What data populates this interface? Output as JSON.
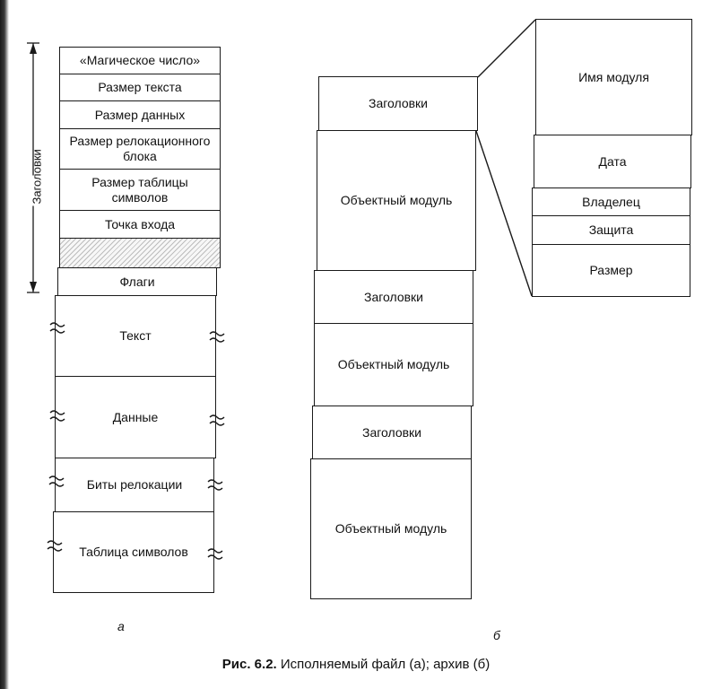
{
  "executable_file": {
    "header_bracket_label": "Заголовки",
    "fields": [
      {
        "label": "«Магическое число»"
      },
      {
        "label": "Размер текста"
      },
      {
        "label": "Размер данных"
      },
      {
        "label": "Размер релокационного блока"
      },
      {
        "label": "Размер таблицы символов"
      },
      {
        "label": "Точка входа"
      },
      {
        "label": ""
      },
      {
        "label": "Флаги"
      }
    ],
    "segments": [
      {
        "label": "Текст"
      },
      {
        "label": "Данные"
      },
      {
        "label": "Биты релокации"
      },
      {
        "label": "Таблица символов"
      }
    ],
    "part_label": "а"
  },
  "archive": {
    "blocks": [
      {
        "label": "Заголовки"
      },
      {
        "label": "Объектный модуль"
      },
      {
        "label": "Заголовки"
      },
      {
        "label": "Объектный модуль"
      },
      {
        "label": "Заголовки"
      },
      {
        "label": "Объектный модуль"
      }
    ],
    "header_detail": [
      {
        "label": "Имя модуля"
      },
      {
        "label": "Дата"
      },
      {
        "label": "Владелец"
      },
      {
        "label": "Защита"
      },
      {
        "label": "Размер"
      }
    ],
    "part_label": "б"
  },
  "caption": {
    "prefix": "Рис. 6.2.",
    "text": " Исполняемый файл (а); архив (б)"
  }
}
